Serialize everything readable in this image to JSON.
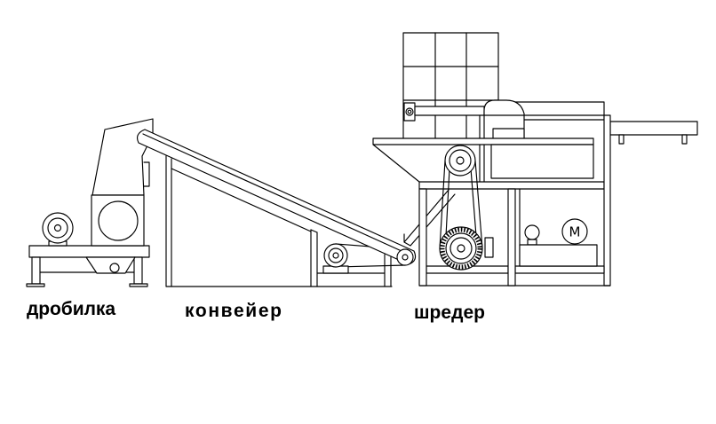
{
  "labels": {
    "crusher": "дробилка",
    "conveyor": "конвейер",
    "shredder": "шредер"
  },
  "motor_symbol": "M",
  "colors": {
    "line": "#000000",
    "label": "#000000",
    "background": "#ffffff"
  }
}
